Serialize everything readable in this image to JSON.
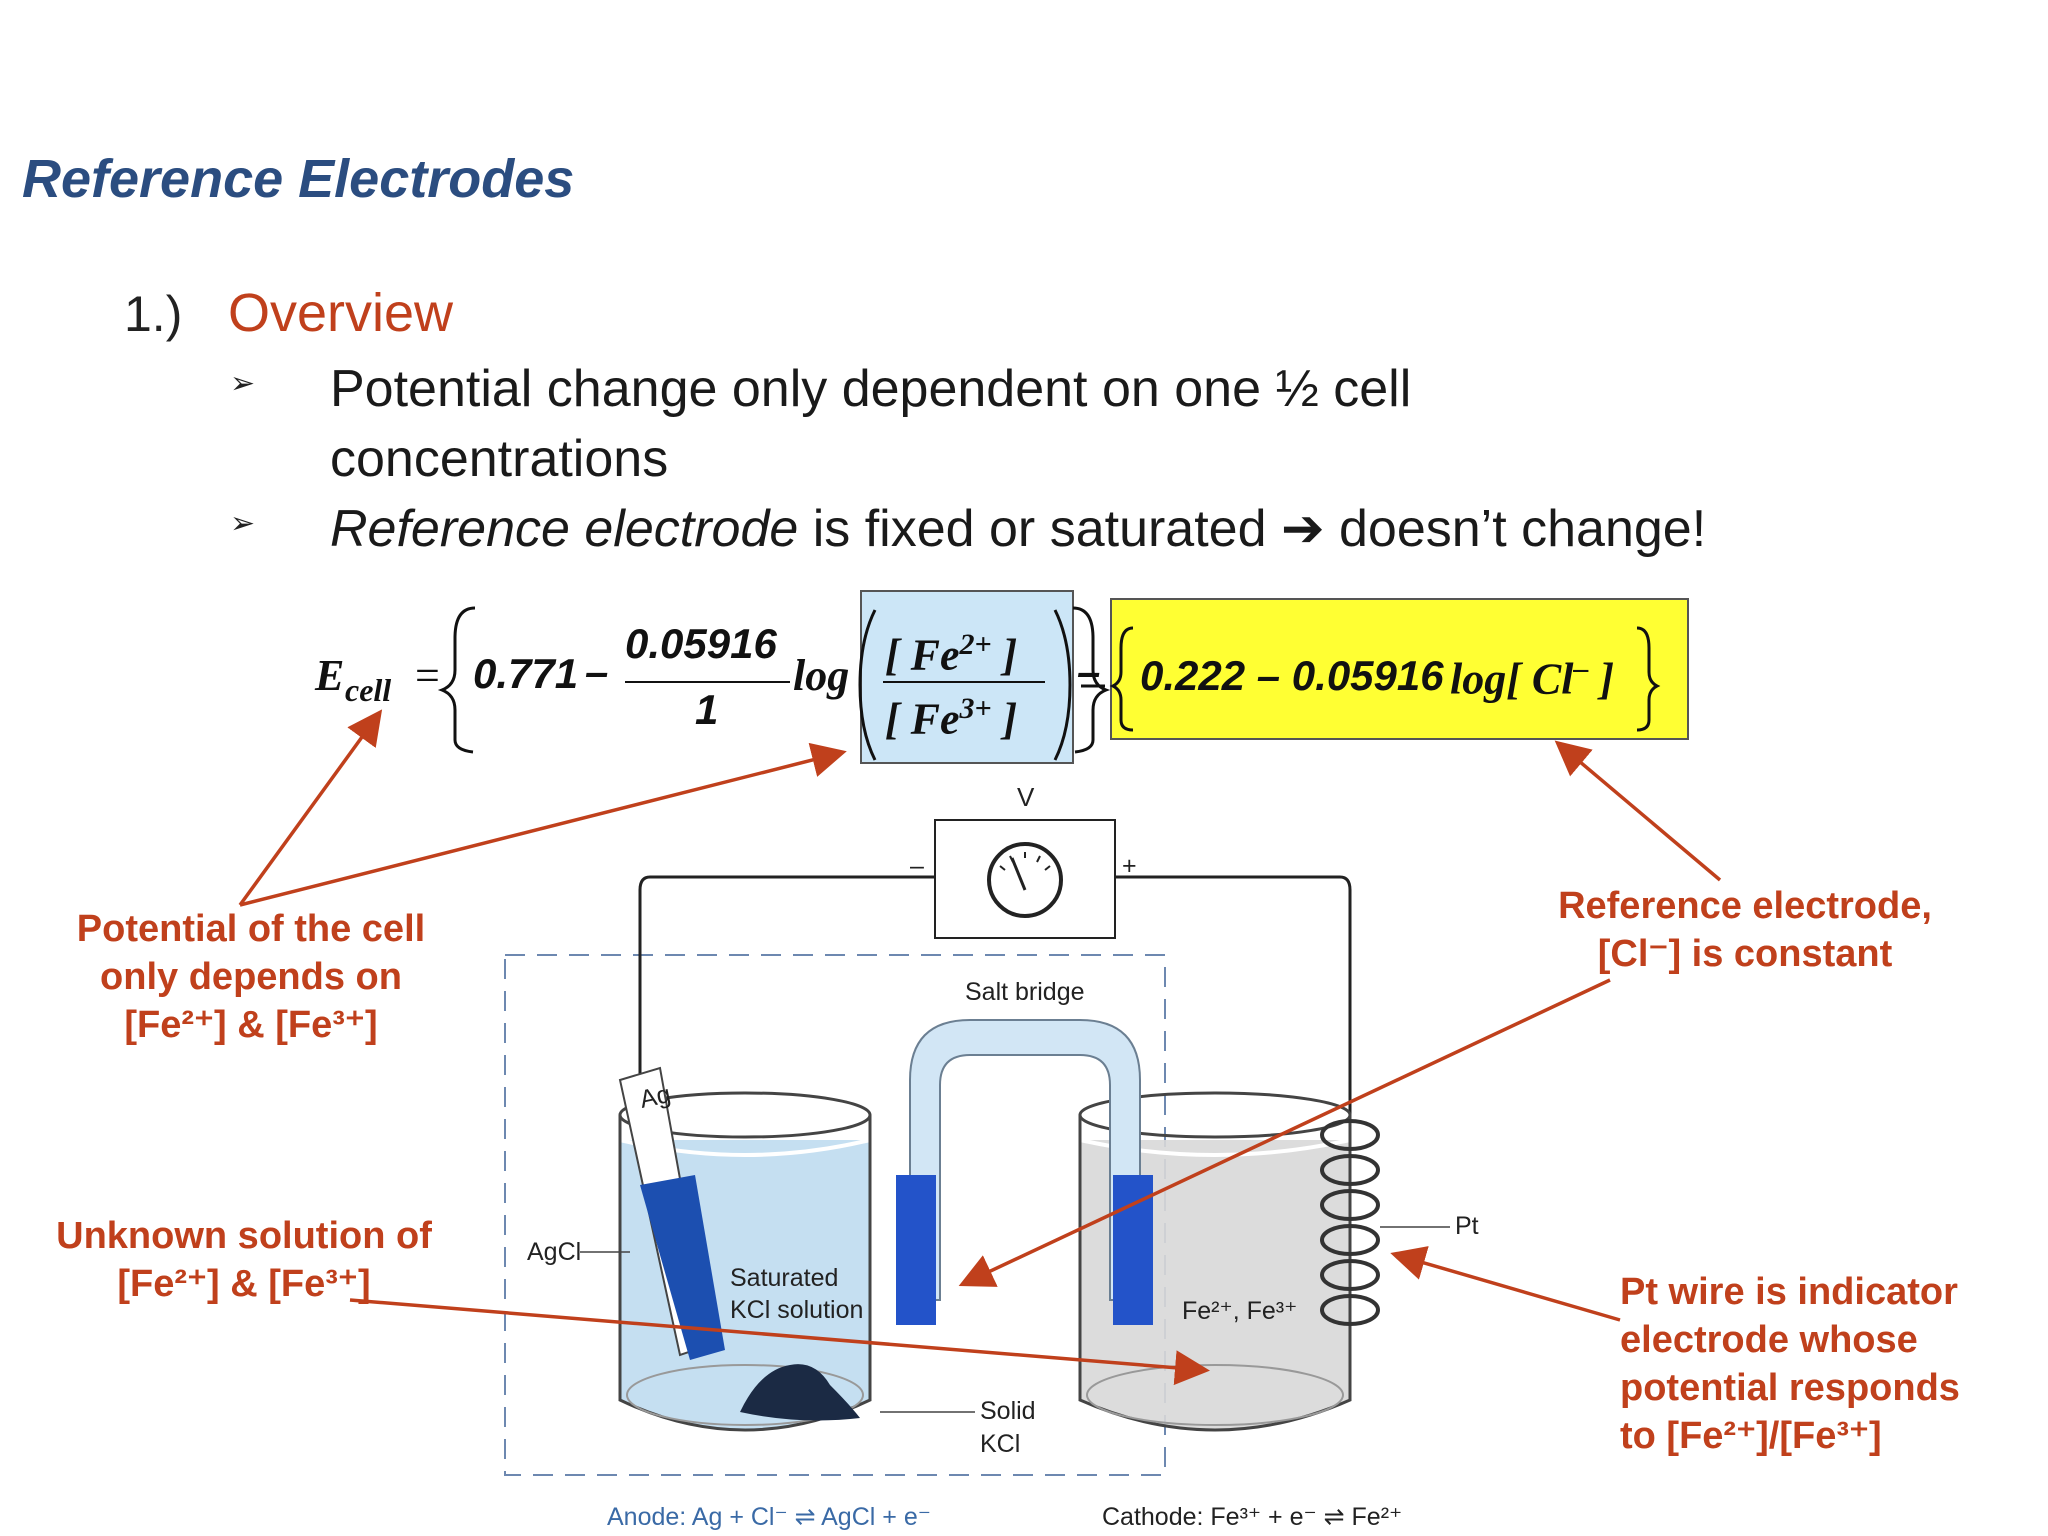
{
  "title": "Reference Electrodes",
  "section": {
    "number": "1.)",
    "heading": "Overview"
  },
  "bullets": {
    "marker": "➢",
    "b1_line1": "Potential change only dependent on one ½ cell",
    "b1_line2": "concentrations",
    "b2_italic": "Reference electrode",
    "b2_rest": " is fixed or saturated ➔ doesn’t change!"
  },
  "equation": {
    "lhs": "E",
    "lhs_sub": "cell",
    "eq_sign": "=",
    "e0": "0.771",
    "minus": "–",
    "coef_num": "0.05916",
    "coef_den": "1",
    "log": "log",
    "num_ion": "[ Fe",
    "num_charge": "2+",
    "num_close": " ]",
    "den_ion": "[ Fe",
    "den_charge": "3+",
    "den_close": " ]",
    "ref_expr": "0.222 – 0.05916",
    "ref_log": "log[ Cl",
    "ref_charge": "–",
    "ref_close": " ]"
  },
  "colors": {
    "title": "#2b4d80",
    "accent": "#c0401c",
    "highlight_blue": "#cce6f7",
    "highlight_yellow": "#ffff33",
    "solution": "#bfdcf0",
    "electrode": "#1c4fb0"
  },
  "annotations": {
    "potential": [
      "Potential of the cell",
      "only depends on",
      "[Fe²⁺] & [Fe³⁺]"
    ],
    "reference": [
      "Reference electrode,",
      "[Cl⁻] is constant"
    ],
    "unknown": [
      "Unknown solution of",
      "[Fe²⁺] & [Fe³⁺]"
    ],
    "pt_wire": [
      "Pt wire is indicator",
      "electrode whose",
      "potential responds",
      "to [Fe²⁺]/[Fe³⁺]"
    ]
  },
  "diagram": {
    "voltmeter": "V",
    "minus": "–",
    "plus": "+",
    "salt_bridge": "Salt bridge",
    "ag": "Ag",
    "agcl": "AgCl",
    "saturated": "Saturated",
    "kcl_solution": "KCl solution",
    "solid": "Solid",
    "kcl": "KCl",
    "fe_ions": "Fe²⁺, Fe³⁺",
    "pt": "Pt",
    "anode": "Anode: Ag + Cl⁻ ⇌ AgCl + e⁻",
    "cathode": "Cathode: Fe³⁺ + e⁻ ⇌ Fe²⁺"
  }
}
